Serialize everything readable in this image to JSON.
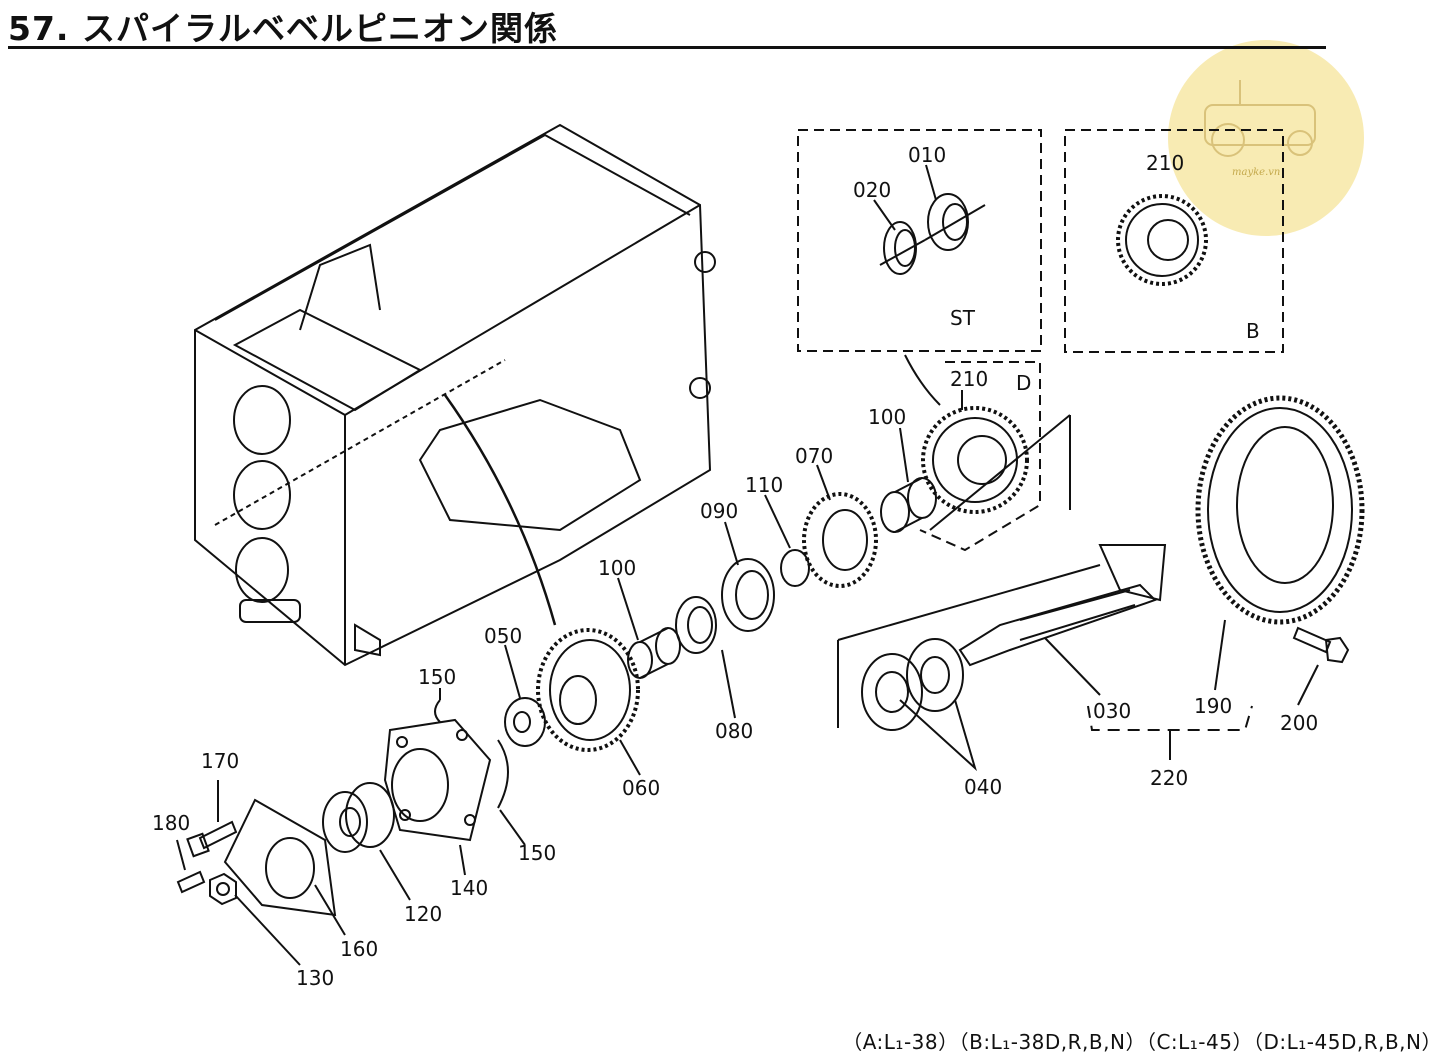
{
  "header": {
    "title": "57. スパイラルベベルピニオン関係"
  },
  "watermark": {
    "text": "mayke.vn",
    "color": "#f7e7a6"
  },
  "boxes": {
    "st_label": "ST",
    "b_label": "B",
    "d_label": "D"
  },
  "labels": {
    "p010": "010",
    "p020": "020",
    "p210_st": "210",
    "p210_d": "210",
    "p100_a": "100",
    "p070": "070",
    "p110": "110",
    "p090": "090",
    "p100_b": "100",
    "p050": "050",
    "p150_a": "150",
    "p080": "080",
    "p060": "060",
    "p150_b": "150",
    "p170": "170",
    "p180": "180",
    "p120": "120",
    "p140": "140",
    "p160": "160",
    "p130": "130",
    "p030": "030",
    "p190": "190",
    "p200": "200",
    "p040": "040",
    "p220": "220"
  },
  "footer": {
    "text": "（A:L₁-38）（B:L₁-38D,R,B,N）（C:L₁-45）（D:L₁-45D,R,B,N）"
  }
}
